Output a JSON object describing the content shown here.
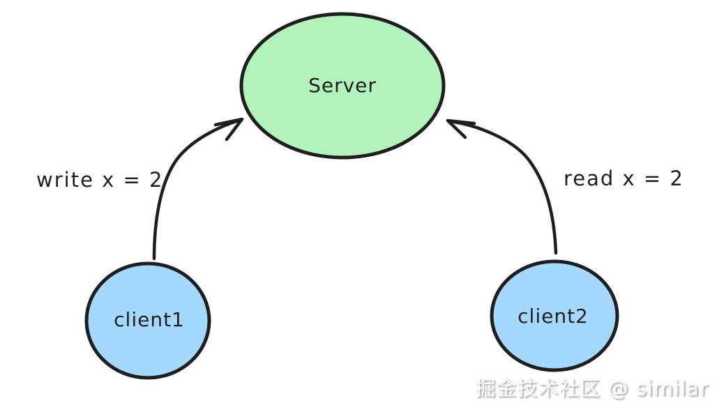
{
  "diagram": {
    "background_color": "#ffffff",
    "stroke_color": "#1e1e1e",
    "nodes": [
      {
        "id": "server",
        "label": "Server",
        "shape": "ellipse",
        "fill_color": "#b2f2bb"
      },
      {
        "id": "client1",
        "label": "client1",
        "shape": "circle",
        "fill_color": "#a5d8ff"
      },
      {
        "id": "client2",
        "label": "client2",
        "shape": "circle",
        "fill_color": "#a5d8ff"
      }
    ],
    "edges": [
      {
        "from": "client1",
        "to": "server",
        "label": "write x = 2"
      },
      {
        "from": "client2",
        "to": "server",
        "label": "read x = 2"
      }
    ]
  },
  "watermark": {
    "text": "掘金技术社区 @ similar"
  }
}
